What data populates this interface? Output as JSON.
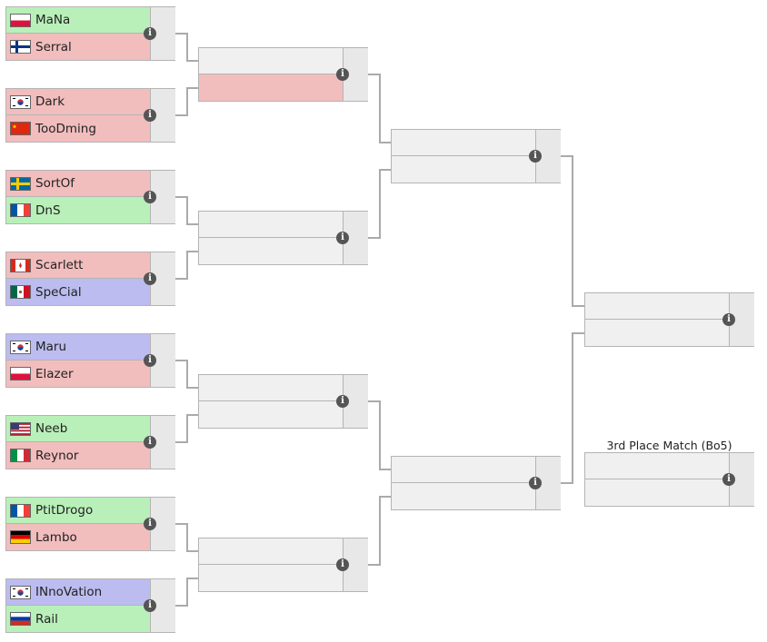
{
  "colors": {
    "win": "#b9f0b9",
    "loss": "#f2bdbd",
    "neutral": "#bcbcf0",
    "empty": "#f0f0f0",
    "border": "#b4b4b4",
    "connector": "#aaaaaa"
  },
  "round1": [
    {
      "players": [
        {
          "name": "MaNa",
          "flag": "PL",
          "status": "win"
        },
        {
          "name": "Serral",
          "flag": "FI",
          "status": "loss"
        }
      ]
    },
    {
      "players": [
        {
          "name": "Dark",
          "flag": "KR",
          "status": "loss"
        },
        {
          "name": "TooDming",
          "flag": "CN",
          "status": "loss"
        }
      ]
    },
    {
      "players": [
        {
          "name": "SortOf",
          "flag": "SE",
          "status": "loss"
        },
        {
          "name": "DnS",
          "flag": "FR",
          "status": "win"
        }
      ]
    },
    {
      "players": [
        {
          "name": "Scarlett",
          "flag": "CA",
          "status": "loss"
        },
        {
          "name": "SpeCial",
          "flag": "MX",
          "status": "neutral"
        }
      ]
    },
    {
      "players": [
        {
          "name": "Maru",
          "flag": "KR",
          "status": "neutral"
        },
        {
          "name": "Elazer",
          "flag": "PL",
          "status": "loss"
        }
      ]
    },
    {
      "players": [
        {
          "name": "Neeb",
          "flag": "US",
          "status": "win"
        },
        {
          "name": "Reynor",
          "flag": "IT",
          "status": "loss"
        }
      ]
    },
    {
      "players": [
        {
          "name": "PtitDrogo",
          "flag": "FR",
          "status": "win"
        },
        {
          "name": "Lambo",
          "flag": "DE",
          "status": "loss"
        }
      ]
    },
    {
      "players": [
        {
          "name": "INnoVation",
          "flag": "KR",
          "status": "neutral"
        },
        {
          "name": "Rail",
          "flag": "RU",
          "status": "win"
        }
      ]
    }
  ],
  "round2_slots": [
    [
      "empty",
      "loss"
    ],
    [
      "empty",
      "empty"
    ],
    [
      "empty",
      "empty"
    ],
    [
      "empty",
      "empty"
    ]
  ],
  "third_place_label": "3rd Place Match (Bo5)",
  "info_icon_glyph": "i"
}
